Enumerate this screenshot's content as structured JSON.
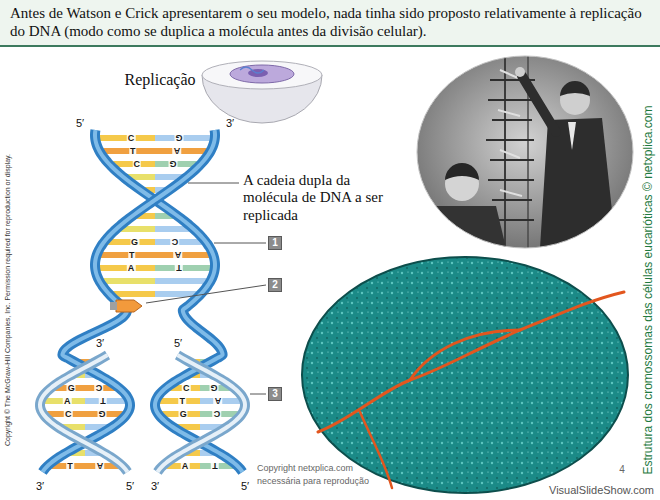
{
  "diagram": {
    "title": "Antes de Watson e Crick apresentarem o seu modelo, nada tinha sido proposto relativamente à replicação do DNA (modo como se duplica a molécula antes da divisão celular).",
    "nodes": [
      {
        "text": [
          "1"
        ]
      },
      {
        "text": [
          "2"
        ]
      },
      {
        "text": [
          "3"
        ]
      }
    ],
    "labels": [
      "Replicação",
      "A cadeia dupla da molécula de DNA a ser replicada",
      "5′",
      "3′",
      "3′",
      "5′",
      "3′",
      "5′",
      "3′",
      "5′",
      "Copyright © The McGraw-Hill Companies, Inc. Permission required for reproduction or display.",
      "Estrutura dos cromossomas das células eucarióticas © netxplica.com",
      "Copyright netxplica.com",
      "necessária para reprodução",
      "4",
      "VisualSlideShow.com",
      "C",
      "G",
      "T",
      "A",
      "C",
      "G",
      "G",
      "C",
      "T",
      "A",
      "A",
      "T",
      "G",
      "C",
      "A",
      "T",
      "C",
      "G",
      "T",
      "A",
      "C",
      "G",
      "T",
      "A",
      "G",
      "C",
      "A",
      "T"
    ]
  }
}
